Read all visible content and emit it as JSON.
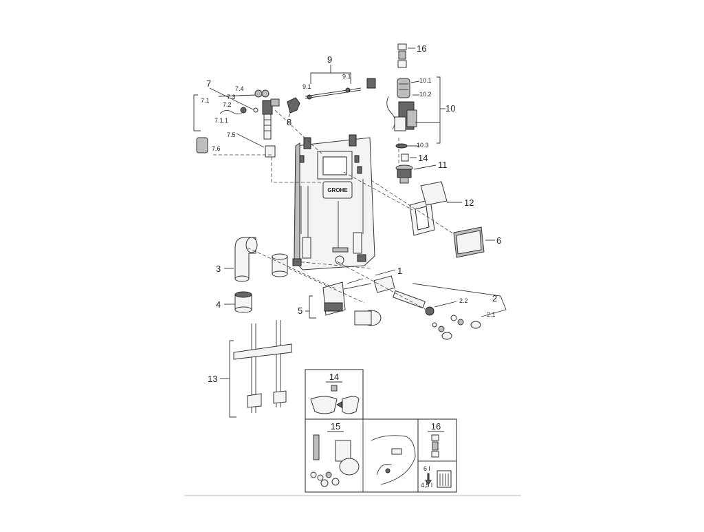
{
  "brand_text": "GROHE",
  "callouts": {
    "c1": "1",
    "c2": "2",
    "c2_1": "2.1",
    "c2_2": "2.2",
    "c3": "3",
    "c4": "4",
    "c5": "5",
    "c6": "6",
    "c7": "7",
    "c7_1": "7.1",
    "c7_1_1": "7.1.1",
    "c7_2": "7.2",
    "c7_3": "7.3",
    "c7_4": "7.4",
    "c7_5": "7.5",
    "c7_6": "7.6",
    "c8": "8",
    "c9": "9",
    "c9_1a": "9.1",
    "c9_1b": "9.1",
    "c10": "10",
    "c10_1": "10.1",
    "c10_2": "10.2",
    "c10_3": "10.3",
    "c11": "11",
    "c12": "12",
    "c13": "13",
    "c14": "14",
    "c16": "16"
  },
  "inset": {
    "panel14_title": "14",
    "panel15_title": "15",
    "panel16_title": "16",
    "dim_top": "6 l",
    "dim_bottom": "4,5 l"
  }
}
